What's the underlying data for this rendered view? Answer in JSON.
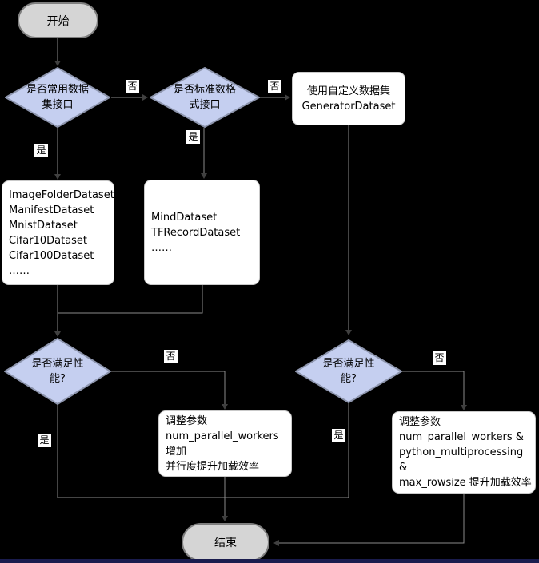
{
  "edge_labels": {
    "yes": "是",
    "no": "否"
  },
  "nodes": {
    "start": "开始",
    "end": "结束",
    "decision_common": {
      "line1": "是否常用数据",
      "line2": "集接口"
    },
    "decision_standard": {
      "line1": "是否标准数格",
      "line2": "式接口"
    },
    "generator": {
      "line1": "使用自定义数据集",
      "line2": "GeneratorDataset"
    },
    "common_list": [
      "ImageFolderDataset",
      "ManifestDataset",
      "MnistDataset",
      "Cifar10Dataset",
      "Cifar100Dataset",
      "……"
    ],
    "standard_list": [
      "MindDataset",
      "TFRecordDataset",
      "……"
    ],
    "decision_perf_left": {
      "line1": "是否满足性",
      "line2": "能?"
    },
    "decision_perf_right": {
      "line1": "是否满足性",
      "line2": "能?"
    },
    "tune_left": [
      "调整参数",
      "num_parallel_workers 增加",
      "并行度提升加载效率"
    ],
    "tune_right": [
      "调整参数",
      "num_parallel_workers &",
      "python_multiprocessing &",
      "max_rowsize 提升加载效率"
    ]
  },
  "colors": {
    "background": "#000000",
    "diamond_fill": "#c5cff0",
    "diamond_border": "#8d95ad",
    "terminal_fill": "#d5d5d5",
    "terminal_border": "#7f7f7f",
    "box_fill": "#ffffff",
    "box_border": "#c9c9c9",
    "connector_line": "#8a8a8a",
    "arrowhead": "#404040",
    "bottom_bar": "#1a1c4e"
  }
}
